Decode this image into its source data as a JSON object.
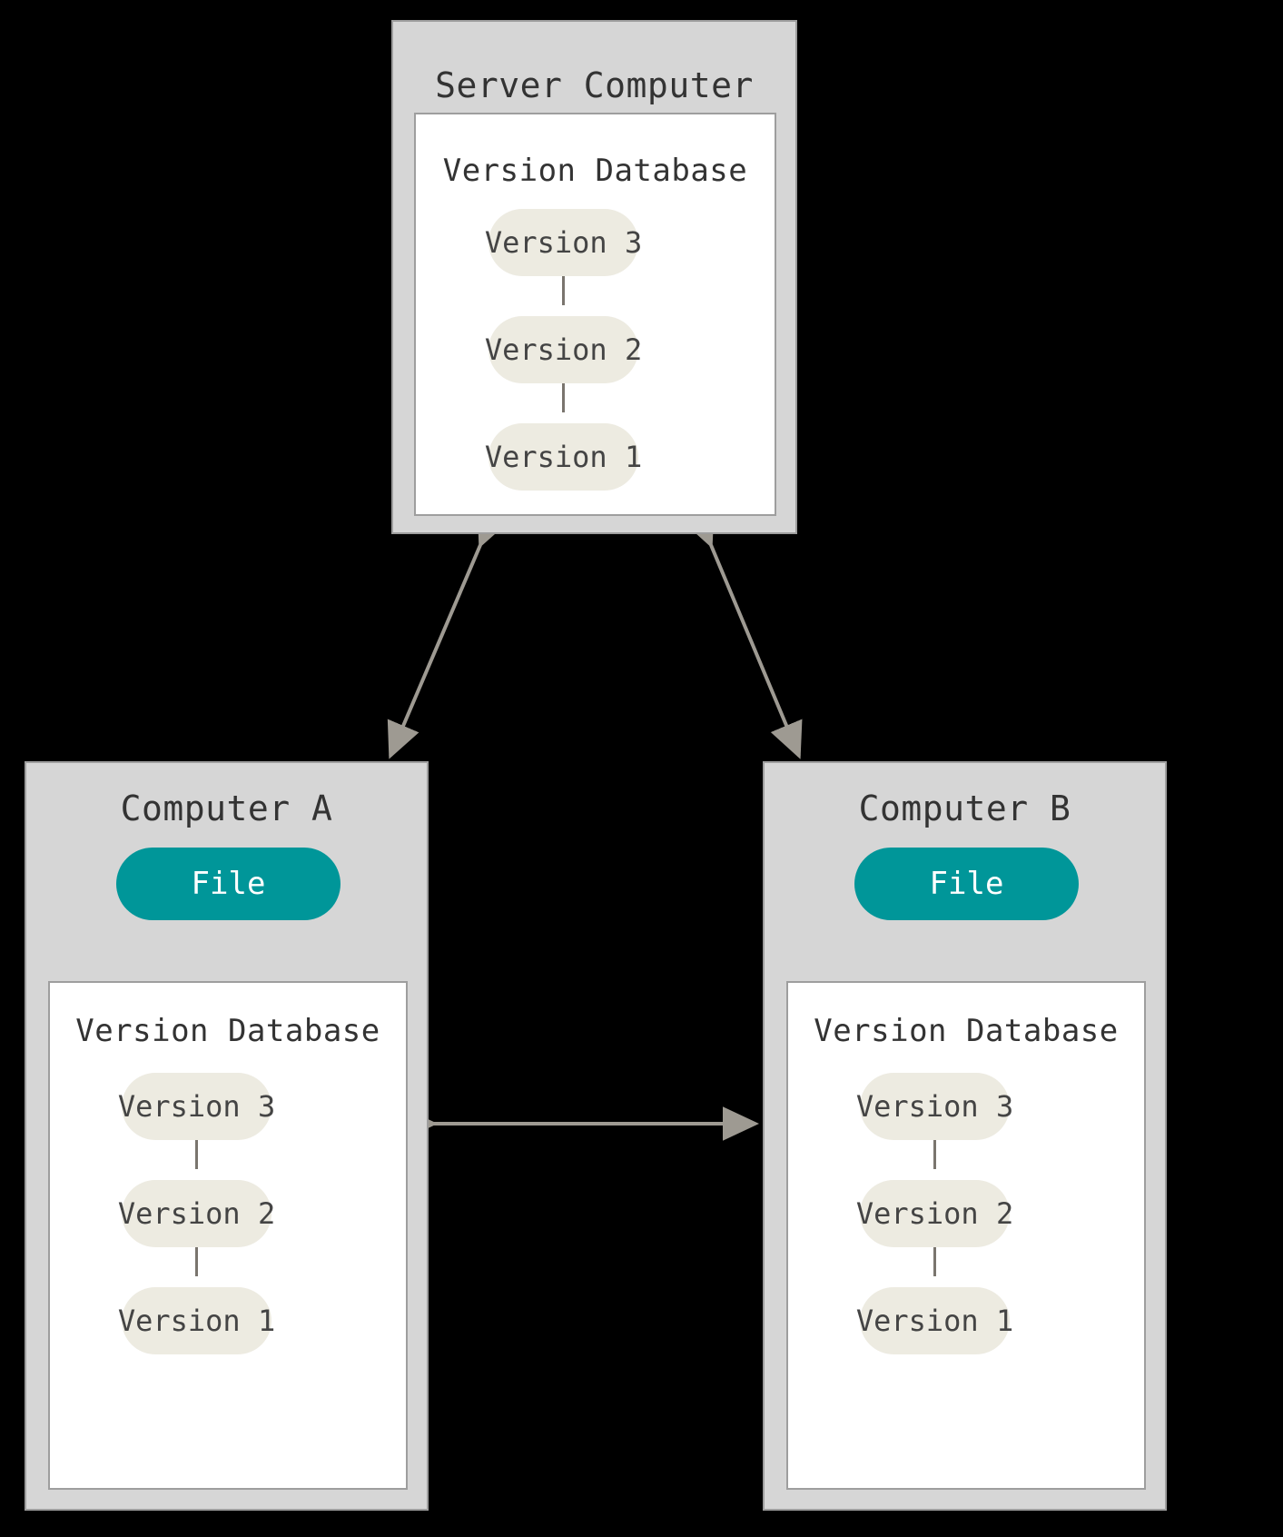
{
  "diagram": {
    "title_semantic": "distributed-version-control-diagram",
    "background_color": "#000000",
    "colors": {
      "outer_box_fill": "#D6D6D6",
      "outer_box_border": "#9E9E9E",
      "inner_box_fill": "#FFFFFF",
      "inner_box_border": "#9E9E9E",
      "version_pill_fill": "#EDEBE1",
      "version_pill_text": "#444444",
      "file_pill_fill": "#009699",
      "file_pill_text": "#FFFFFF",
      "arrow_color": "#9E9A92",
      "connector_color": "#7A756E",
      "title_text": "#333333"
    }
  },
  "server": {
    "title": "Server Computer",
    "database": {
      "label": "Version Database",
      "versions": [
        {
          "label": "Version 3"
        },
        {
          "label": "Version 2"
        },
        {
          "label": "Version 1"
        }
      ]
    }
  },
  "computer_a": {
    "title": "Computer A",
    "file": {
      "label": "File"
    },
    "database": {
      "label": "Version Database",
      "versions": [
        {
          "label": "Version 3"
        },
        {
          "label": "Version 2"
        },
        {
          "label": "Version 1"
        }
      ]
    }
  },
  "computer_b": {
    "title": "Computer B",
    "file": {
      "label": "File"
    },
    "database": {
      "label": "Version Database",
      "versions": [
        {
          "label": "Version 3"
        },
        {
          "label": "Version 2"
        },
        {
          "label": "Version 1"
        }
      ]
    }
  },
  "connections": [
    {
      "name": "server-to-computer-a",
      "direction": "bidirectional"
    },
    {
      "name": "server-to-computer-b",
      "direction": "bidirectional"
    },
    {
      "name": "computer-a-to-computer-b",
      "direction": "bidirectional"
    },
    {
      "name": "db-a-to-file-a",
      "direction": "up"
    },
    {
      "name": "db-b-to-file-b",
      "direction": "up"
    }
  ]
}
